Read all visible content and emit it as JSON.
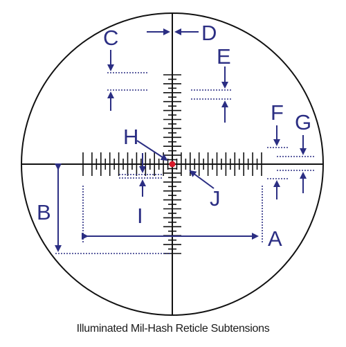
{
  "caption": "Illuminated Mil-Hash Reticle Subtensions",
  "colors": {
    "reticle": "#111111",
    "annotation": "#2b2e83",
    "dot": "#d7192a"
  },
  "labels": {
    "A": "A",
    "B": "B",
    "C": "C",
    "D": "D",
    "E": "E",
    "F": "F",
    "G": "G",
    "H": "H",
    "I": "I",
    "J": "J"
  }
}
